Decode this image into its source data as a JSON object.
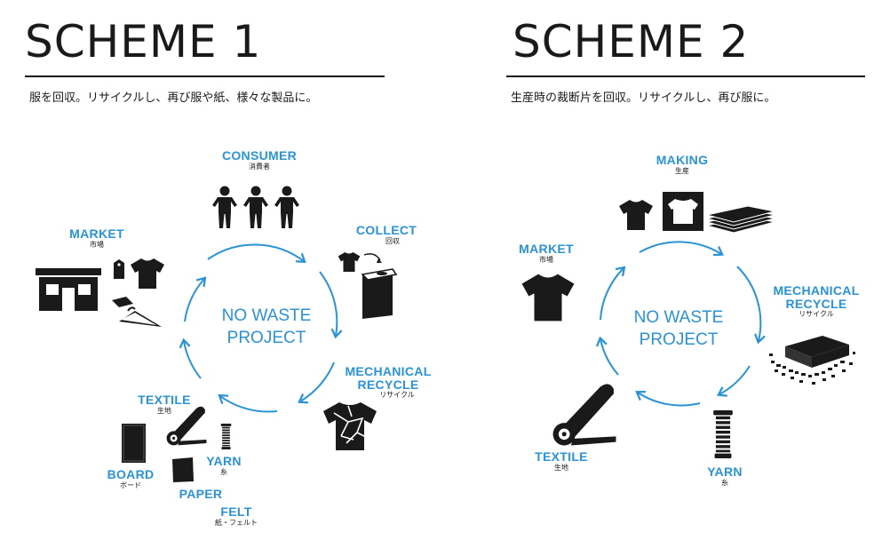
{
  "scheme1": {
    "title": "SCHEME 1",
    "subtitle": "服を回収。リサイクルし、再び服や紙、様々な製品に。",
    "center": [
      "NO WASTE",
      "PROJECT"
    ],
    "nodes": {
      "consumer": {
        "en": "CONSUMER",
        "jp": "消費者"
      },
      "collect": {
        "en": "COLLECT",
        "jp": "回収"
      },
      "mechanical": {
        "en1": "MECHANICAL",
        "en2": "RECYCLE",
        "jp": "リサイクル"
      },
      "textile": {
        "en": "TEXTILE",
        "jp": "生地"
      },
      "yarn": {
        "en": "YARN",
        "jp": "糸"
      },
      "board": {
        "en": "BOARD",
        "jp": "ボード"
      },
      "paper": {
        "en": "PAPER"
      },
      "felt": {
        "en": "FELT",
        "jp": "紙・フェルト"
      },
      "market": {
        "en": "MARKET",
        "jp": "市場"
      }
    }
  },
  "scheme2": {
    "title": "SCHEME 2",
    "subtitle": "生産時の裁断片を回収。リサイクルし、再び服に。",
    "center": [
      "NO WASTE",
      "PROJECT"
    ],
    "nodes": {
      "making": {
        "en": "MAKING",
        "jp": "生産"
      },
      "mechanical": {
        "en1": "MECHANICAL",
        "en2": "RECYCLE",
        "jp": "リサイクル"
      },
      "yarn": {
        "en": "YARN",
        "jp": "糸"
      },
      "textile": {
        "en": "TEXTILE",
        "jp": "生地"
      },
      "market": {
        "en": "MARKET",
        "jp": "市場"
      }
    }
  },
  "colors": {
    "accent": "#2a93d5",
    "ink": "#1a1a1a"
  },
  "icons": [
    "people-icon",
    "tshirt-icon",
    "collection-bin-icon",
    "shredded-fabric-icon",
    "fabric-roll-icon",
    "yarn-spool-icon",
    "board-icon",
    "paper-felt-icon",
    "store-icon",
    "price-tag-icon",
    "hanger-icon",
    "folded-shirt-icon",
    "stacked-shirts-icon",
    "fiber-pile-icon"
  ]
}
